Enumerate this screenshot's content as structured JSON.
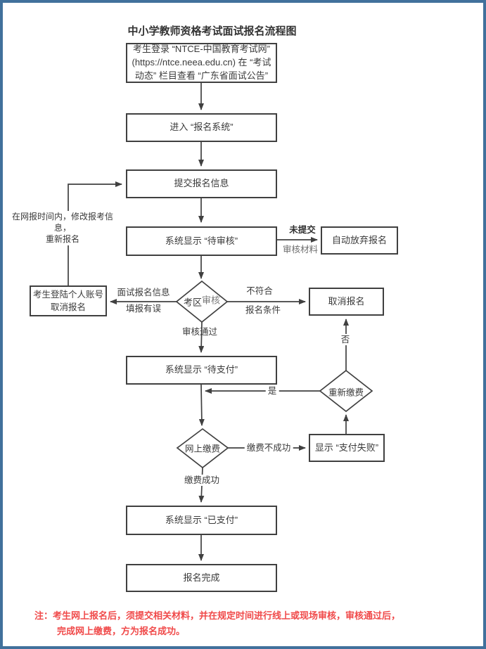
{
  "title": "中小学教师资格考试面试报名流程图",
  "nodes": {
    "login": "考生登录 “NTCE-中国教育考试网”\n(https://ntce.neea.edu.cn) 在 “考试\n动态” 栏目查看 “广东省面试公告”",
    "enter_system": "进入 “报名系统”",
    "submit_info": "提交报名信息",
    "pending_review": "系统显示 “待审核”",
    "auto_abandon": "自动放弃报名",
    "cancel_account": "考生登陆个人账号\n取消报名",
    "review_left": "考区",
    "review_right": "审核",
    "cancel": "取消报名",
    "pending_pay": "系统显示 “待支付”",
    "repay": "重新缴费",
    "online_pay": "网上缴费",
    "pay_failed": "显示 “支付失败”",
    "paid": "系统显示 “已支付”",
    "done": "报名完成"
  },
  "edge_labels": {
    "not_submitted_1": "未提交",
    "not_submitted_2": "审核材料",
    "wrong_info_1": "面试报名信息",
    "wrong_info_2": "填报有误",
    "not_qualified_1": "不符合",
    "not_qualified_2": "报名条件",
    "approved": "审核通过",
    "modify_loop": "在网报时间内，修改报考信息，\n重新报名",
    "yes": "是",
    "no": "否",
    "pay_fail": "缴费不成功",
    "pay_ok": "缴费成功"
  },
  "note": {
    "line1": "注：考生网上报名后，须提交相关材料，并在规定时间进行线上或现场审核，审核通过后，",
    "line2": "完成网上缴费，方为报名成功。"
  },
  "colors": {
    "frame": "#41719c",
    "stroke": "#404040",
    "note_red": "#f04a4a"
  }
}
